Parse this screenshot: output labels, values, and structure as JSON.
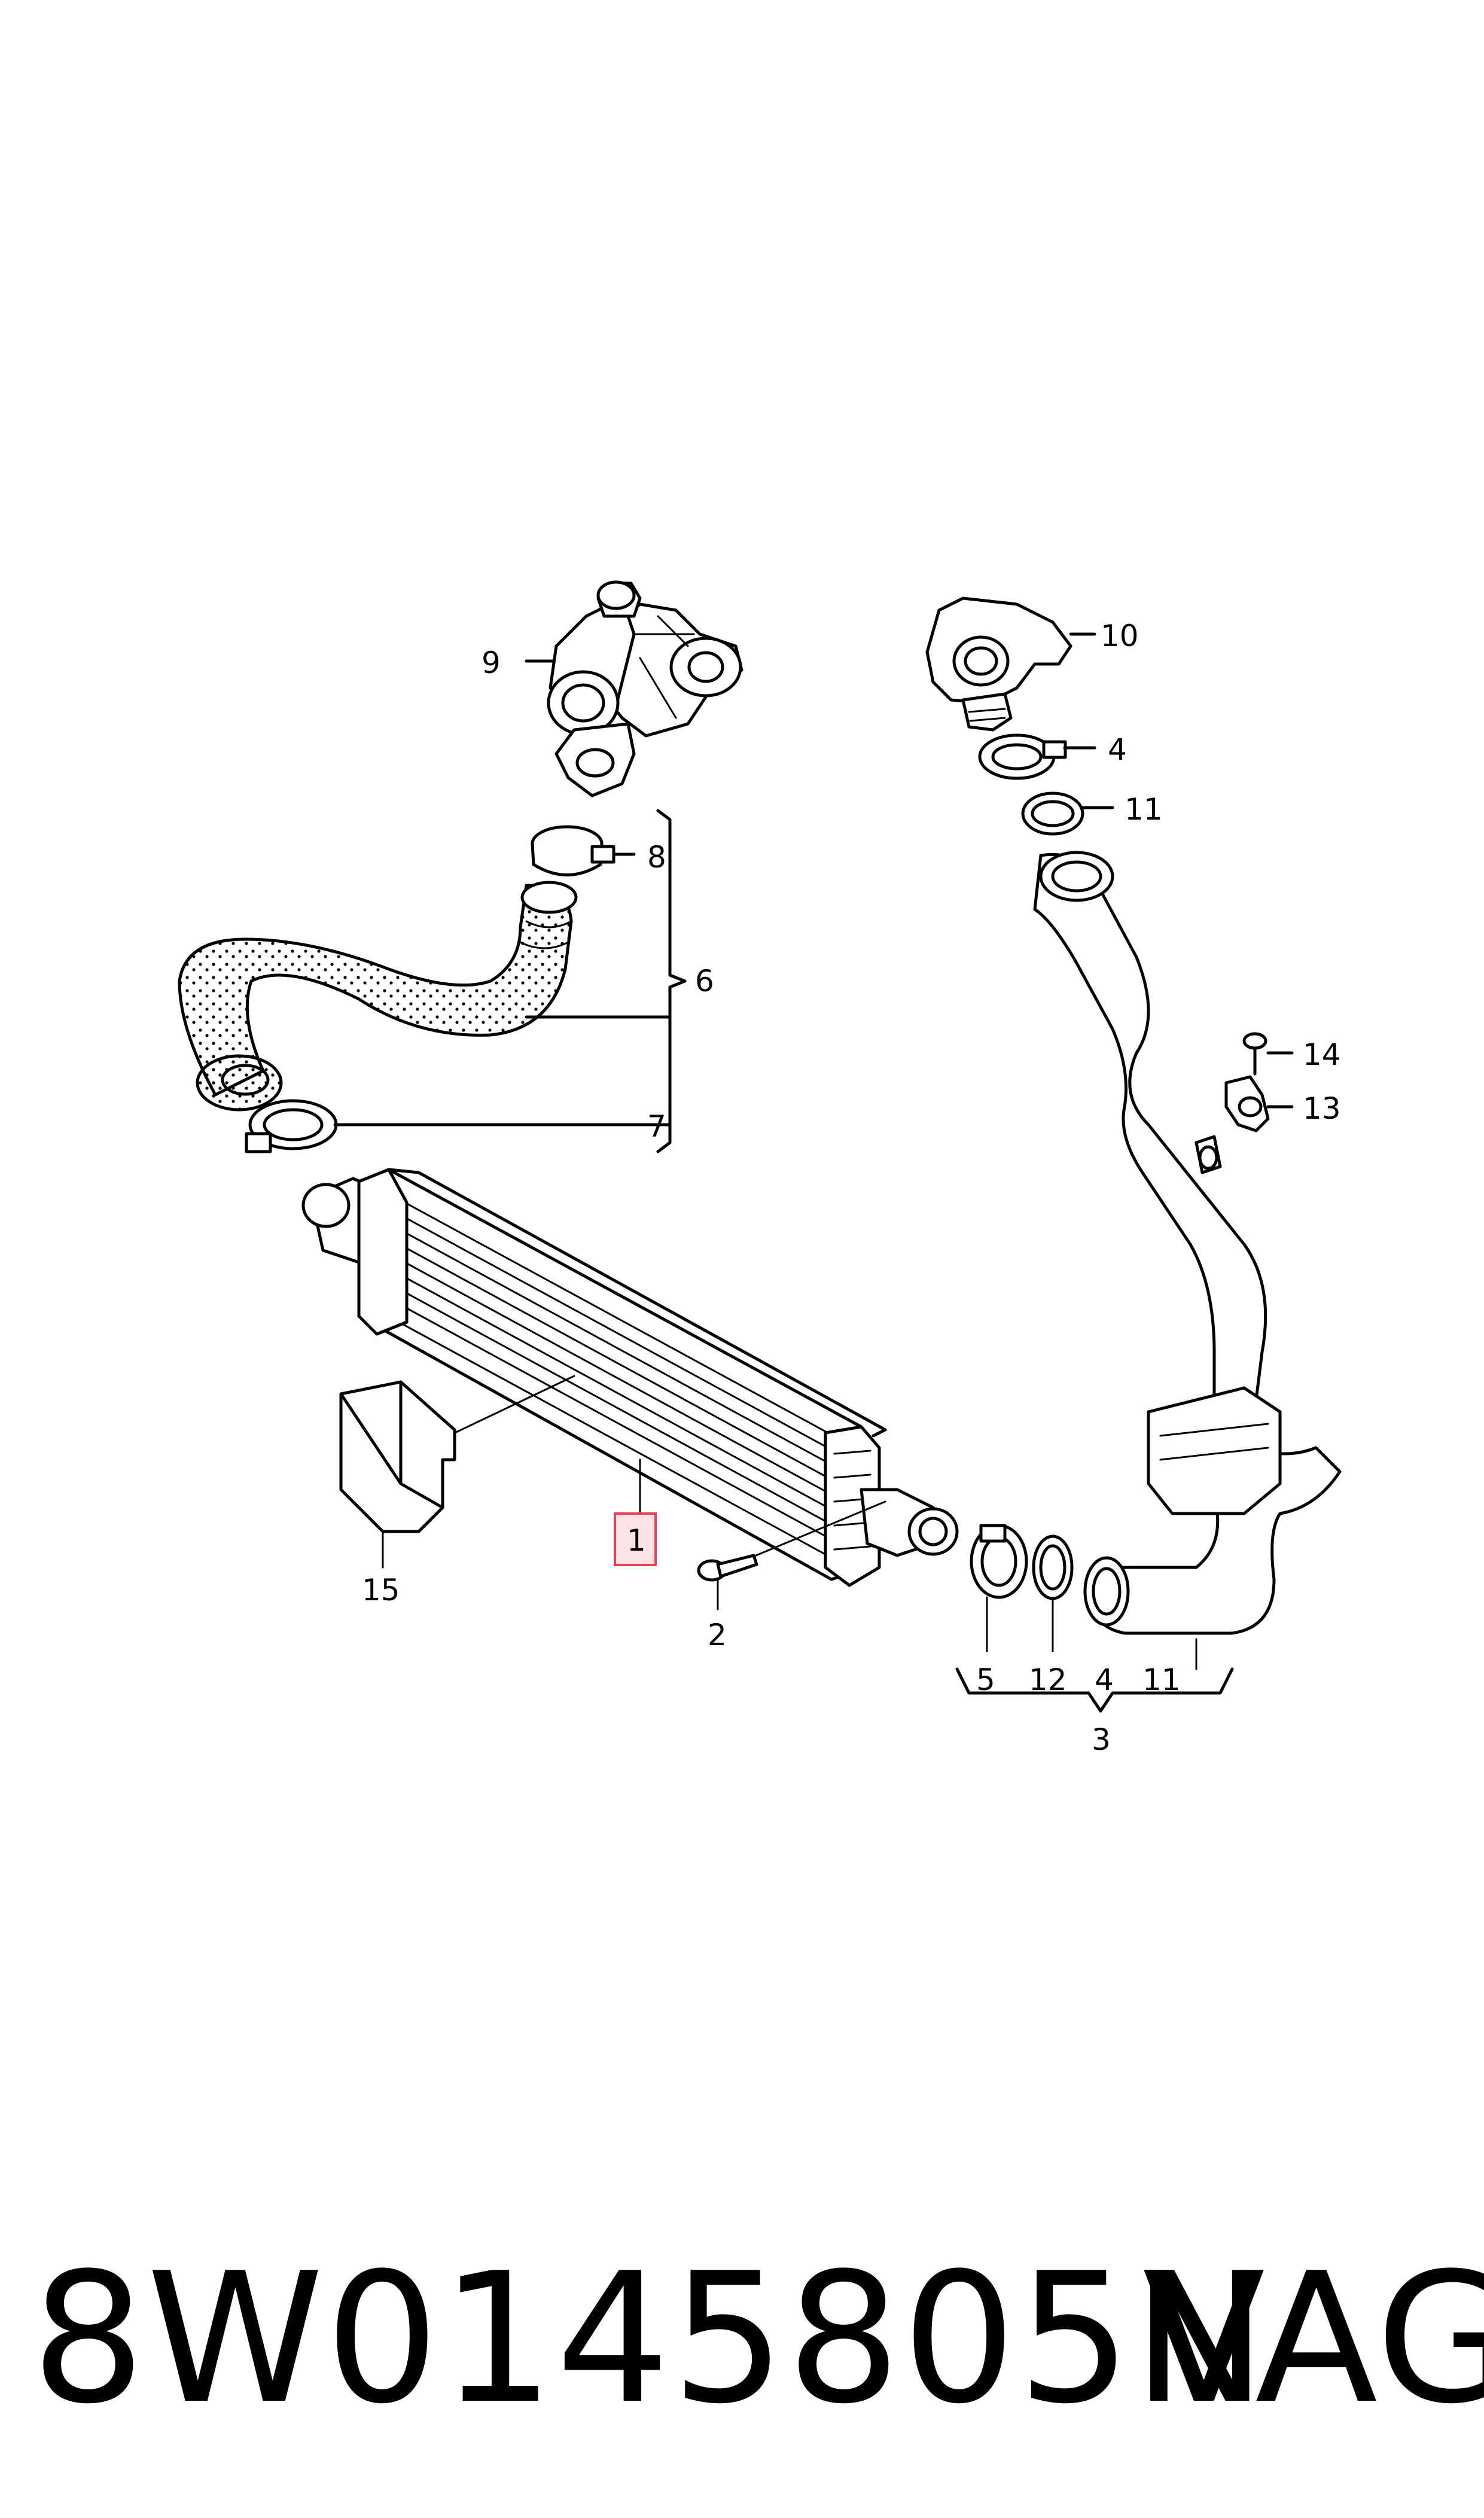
{
  "diagram": {
    "callouts": {
      "c1": "1",
      "c2": "2",
      "c3": "3",
      "c4a": "4",
      "c4b": "4",
      "c5": "5",
      "c6": "6",
      "c7": "7",
      "c8": "8",
      "c9": "9",
      "c10": "10",
      "c11a": "11",
      "c11b": "11",
      "c12": "12",
      "c13": "13",
      "c14": "14",
      "c15": "15"
    },
    "highlighted_callout": "1",
    "highlight_color": "#e8425a"
  },
  "footer": {
    "part_number": "8W0145805N",
    "brand": "VAG"
  }
}
